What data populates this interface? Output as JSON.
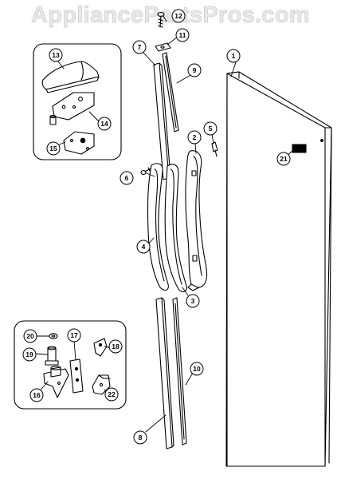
{
  "watermark": "AppliancePartsPros.com",
  "callouts": {
    "c1": "1",
    "c2": "2",
    "c3": "3",
    "c4": "4",
    "c5": "5",
    "c6": "6",
    "c7": "7",
    "c8": "8",
    "c9": "9",
    "c10": "10",
    "c11": "11",
    "c12": "12",
    "c13": "13",
    "c14": "14",
    "c15": "15",
    "c16": "16",
    "c17": "17",
    "c18": "18",
    "c19": "19",
    "c20": "20",
    "c21": "21",
    "c22": "22"
  }
}
